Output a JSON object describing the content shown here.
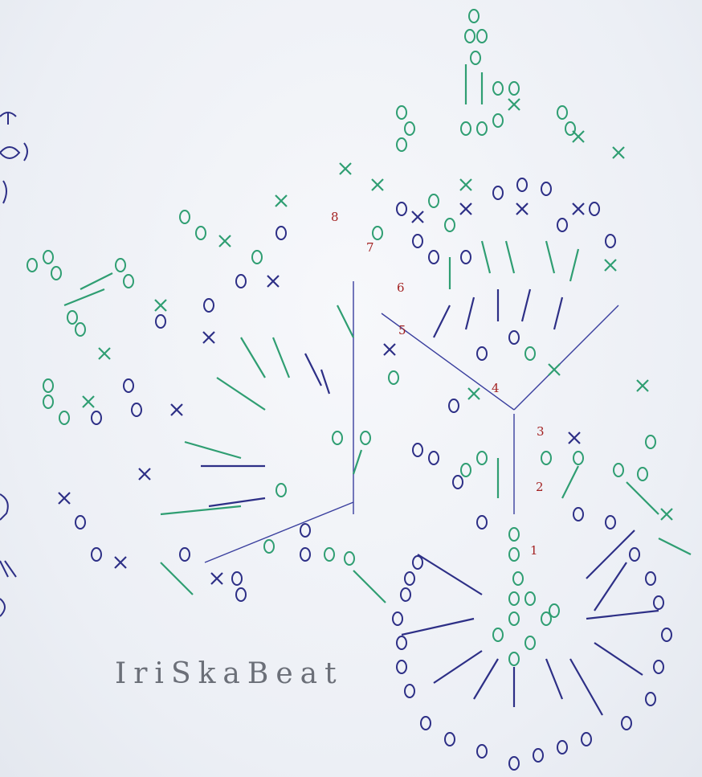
{
  "diagram": {
    "kind": "crochet leaf pattern",
    "colors": {
      "green": "#2f9e72",
      "navy": "#2d2f86",
      "number": "#a32222"
    },
    "row_numbers": [
      "1",
      "2",
      "3",
      "4",
      "5",
      "6",
      "7",
      "8"
    ],
    "watermark": "IriSkaBeat",
    "margin_glyphs": {
      "top_left": "ЕН",
      "top_left2": "ос)",
      "top_left3": ")",
      "mid_left": "Я)",
      "low_left": "ЕН",
      "low_left2": "с)"
    }
  }
}
